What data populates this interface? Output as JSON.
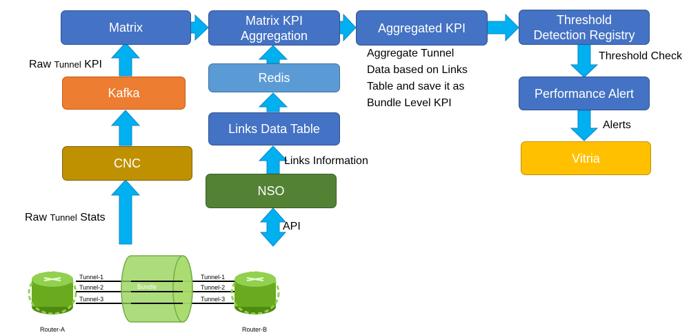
{
  "nodes": {
    "matrix": "Matrix",
    "matrix_kpi_line1": "Matrix KPI",
    "matrix_kpi_line2": "Aggregation",
    "aggregated_kpi": "Aggregated KPI",
    "threshold_line1": "Threshold",
    "threshold_line2": "Detection Registry",
    "kafka": "Kafka",
    "redis": "Redis",
    "links_data_table": "Links Data Table",
    "cnc": "CNC",
    "nso": "NSO",
    "performance_alert": "Performance Alert",
    "vitria": "Vitria"
  },
  "labels": {
    "raw_tunnel_kpi_a": "Raw",
    "raw_tunnel_kpi_b": "Tunnel",
    "raw_tunnel_kpi_c": "KPI",
    "raw_tunnel_stats_a": "Raw",
    "raw_tunnel_stats_b": "Tunnel",
    "raw_tunnel_stats_c": "Stats",
    "links_information": "Links Information",
    "api": "API",
    "threshold_check": "Threshold Check",
    "alerts": "Alerts",
    "aggregate_note": [
      "Aggregate Tunnel",
      "Data based on Links",
      "Table and save it as",
      "Bundle Level KPI"
    ]
  },
  "network": {
    "bundle": "Bundle",
    "tunnels_left": [
      "Tunnel-1",
      "Tunnel-2",
      "Tunnel-3"
    ],
    "tunnels_right": [
      "Tunnel-1",
      "Tunnel-2",
      "Tunnel-3"
    ],
    "router_a": "Router-A",
    "router_b": "Router-B"
  },
  "colors": {
    "arrow": "#00b0f0",
    "blue": "#4472c4",
    "light_blue": "#5b9bd5",
    "orange": "#ed7d31",
    "gold": "#bf9000",
    "green": "#548235",
    "yellow": "#ffc000",
    "router": "#92d050",
    "bundle": "#92d050"
  },
  "icons": [
    "arrow-right-icon",
    "arrow-up-icon",
    "arrow-down-icon",
    "double-arrow-icon",
    "router-icon",
    "bundle-cylinder-icon"
  ]
}
